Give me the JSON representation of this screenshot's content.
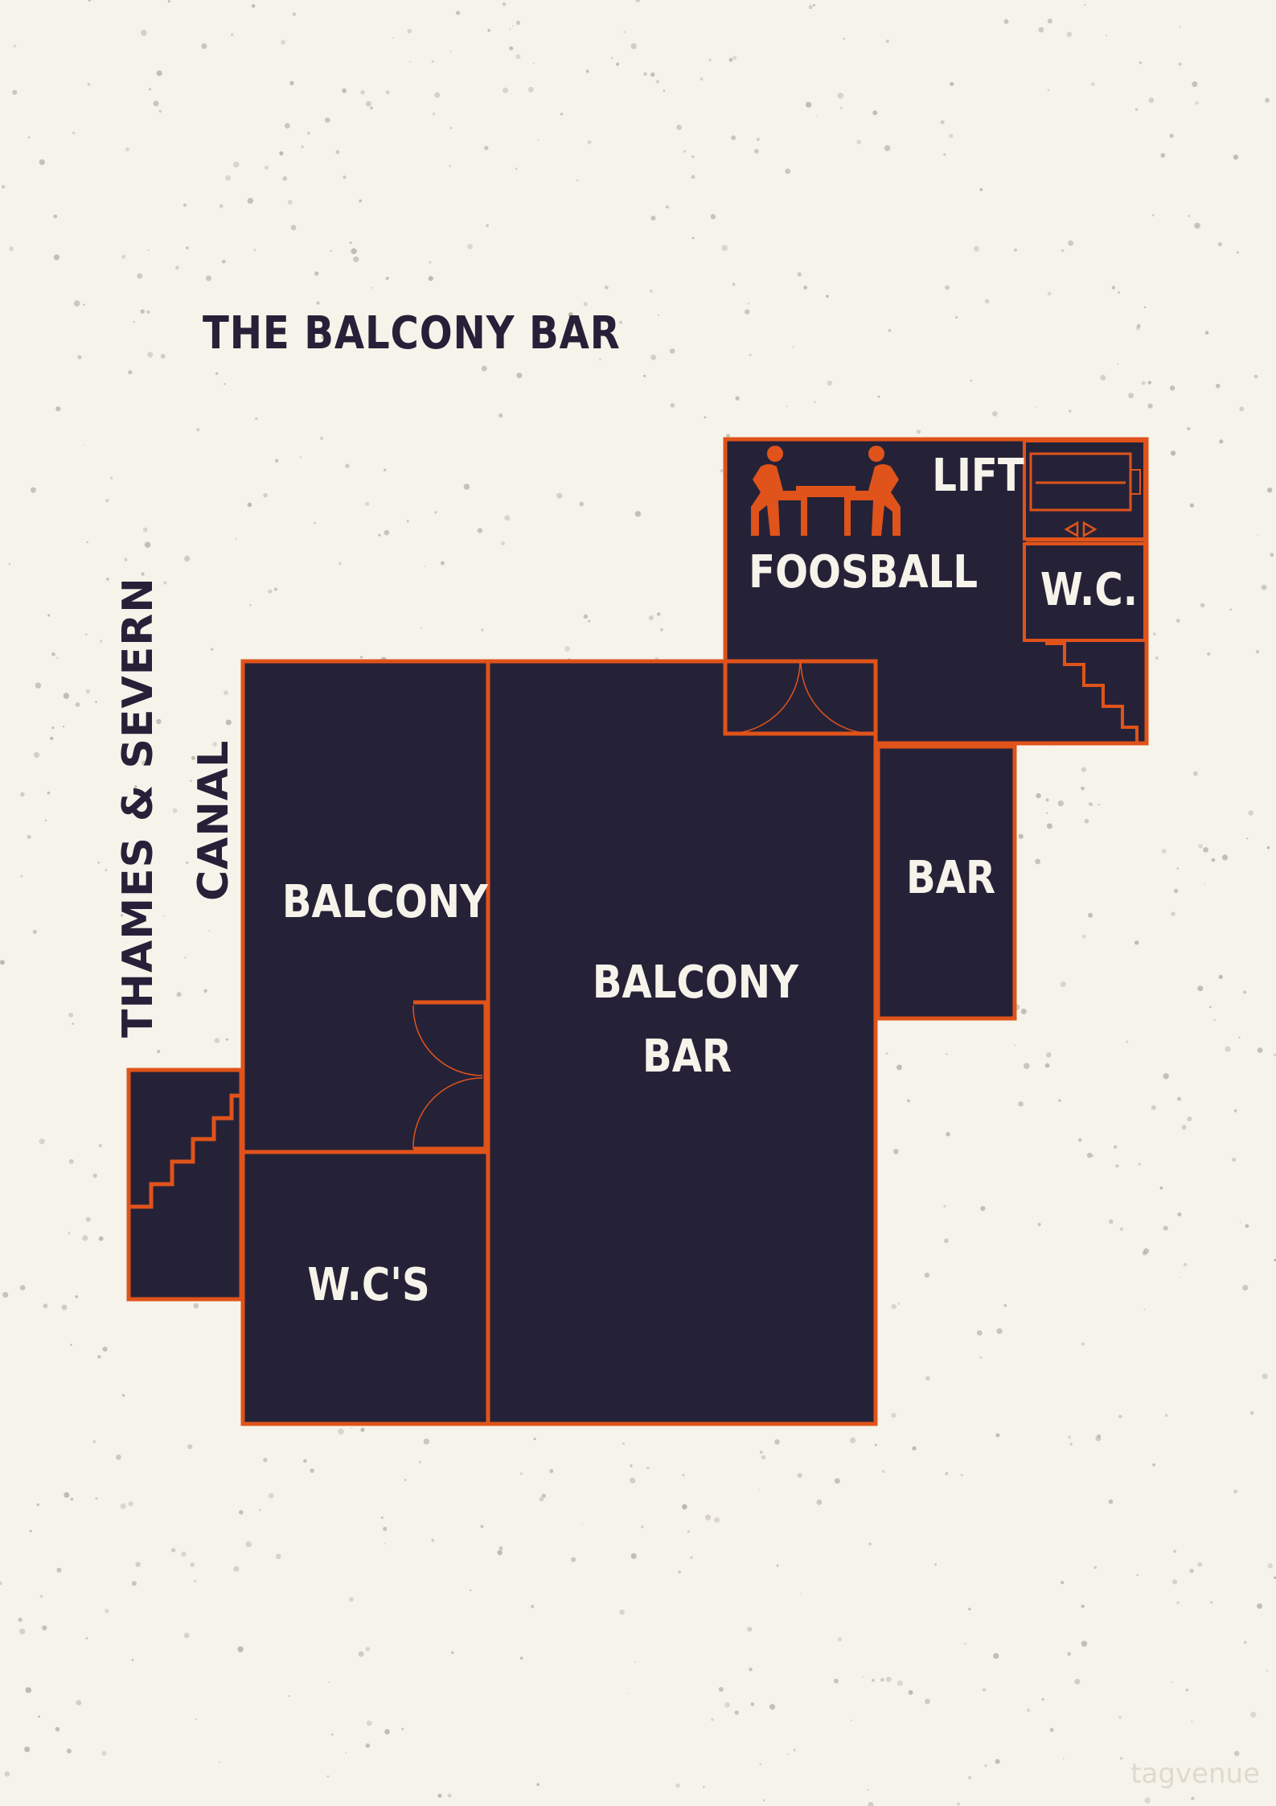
{
  "title": "THE BALCONY BAR",
  "canal": {
    "line1": "THAMES & SEVERN",
    "line2": "CANAL"
  },
  "rooms": {
    "balcony": "BALCONY",
    "balcony_bar_1": "BALCONY",
    "balcony_bar_2": "BAR",
    "wcs": "W.C'S",
    "bar": "BAR",
    "foosball": "FOOSBALL",
    "lift": "LIFT",
    "wc": "W.C."
  },
  "watermark": "tagvenue",
  "colors": {
    "background": "#f6f3ea",
    "room": "#252238",
    "outline": "#e0531a",
    "text_dark": "#262038",
    "text_light": "#f6f3ea"
  }
}
